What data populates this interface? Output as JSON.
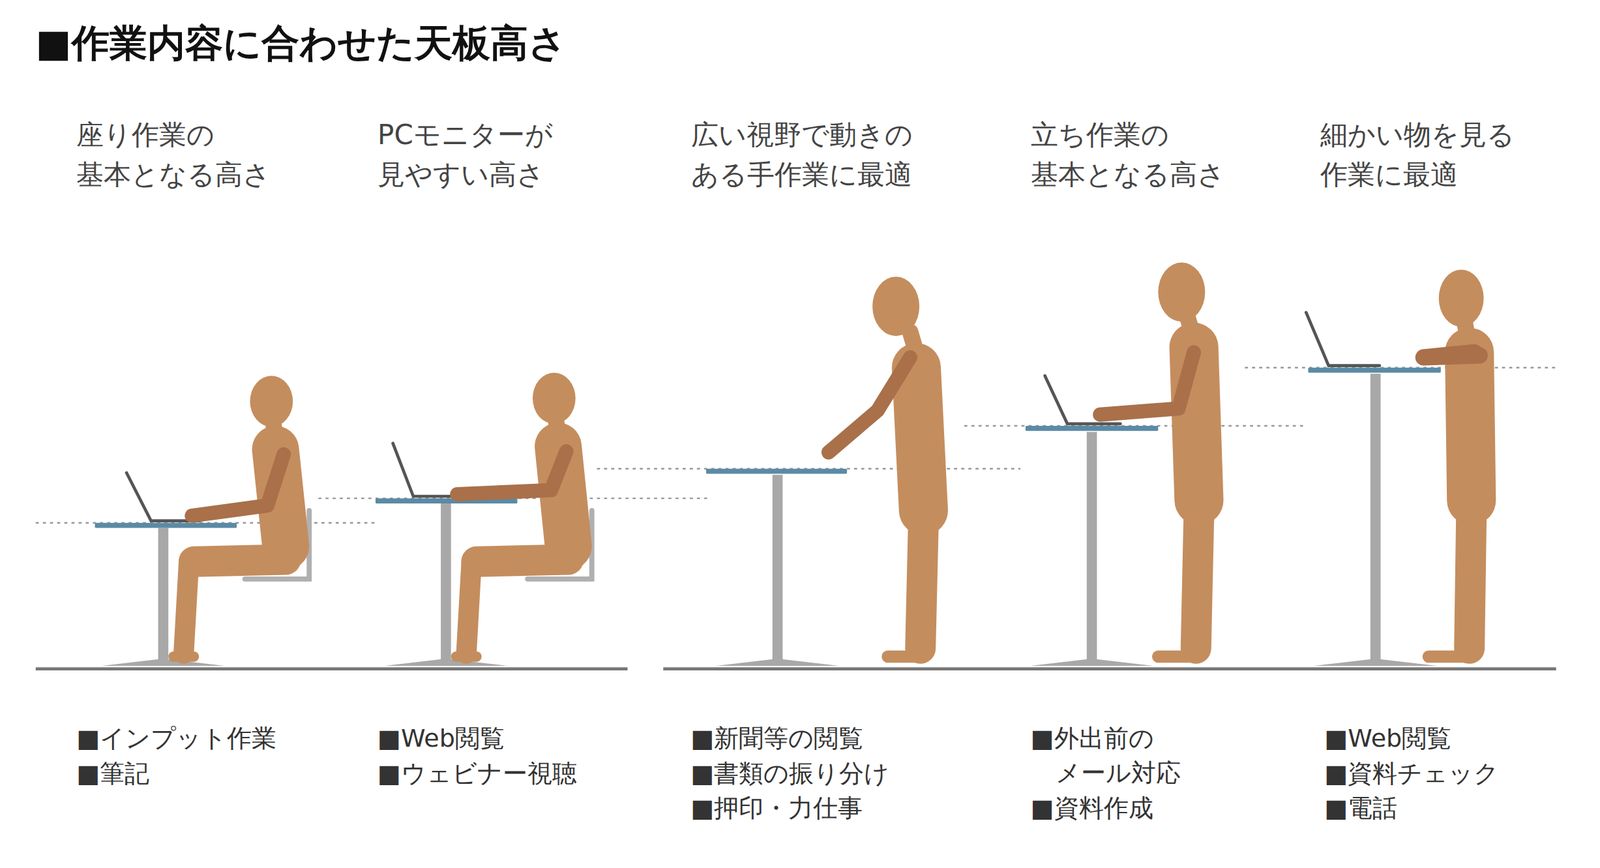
{
  "diagram": {
    "title": "■作業内容に合わせた天板高さ",
    "labels": [
      "座り作業の 基本となる高さ",
      "PCモニターが 見やすい高さ",
      "広い視野で動きの ある手作業に最適",
      "立ち作業の 基本となる高さ",
      "細かい物を見る 作業に最適",
      "■インプット作業",
      "■筆記",
      "■Web閲覧",
      "■ウェビナー視聴",
      "■新聞等の閲覧",
      "■書類の振り分け",
      "■押印・力仕事",
      "■外出前の メール対応",
      "■資料作成",
      "■Web閲覧",
      "■資料チェック",
      "■電話"
    ]
  }
}
